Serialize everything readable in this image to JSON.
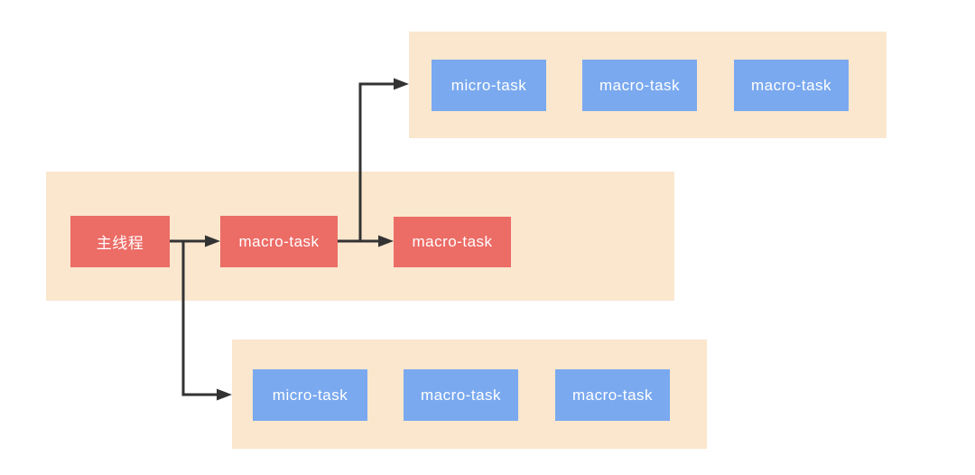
{
  "colors": {
    "queue_bg": "#FAE7CE",
    "main_box": "#EC6C66",
    "task_box": "#7AA9EF",
    "arrow": "#333333",
    "box_text": "#FFFFFF",
    "page_bg": "#FFFFFF"
  },
  "main_row": {
    "boxes": [
      {
        "label": "主线程",
        "kind": "main-thread"
      },
      {
        "label": "macro-task",
        "kind": "macro"
      },
      {
        "label": "macro-task",
        "kind": "macro"
      }
    ]
  },
  "top_queue": {
    "boxes": [
      {
        "label": "micro-task",
        "kind": "micro"
      },
      {
        "label": "macro-task",
        "kind": "macro"
      },
      {
        "label": "macro-task",
        "kind": "macro"
      }
    ]
  },
  "bottom_queue": {
    "boxes": [
      {
        "label": "micro-task",
        "kind": "micro"
      },
      {
        "label": "macro-task",
        "kind": "macro"
      },
      {
        "label": "macro-task",
        "kind": "macro"
      }
    ]
  }
}
